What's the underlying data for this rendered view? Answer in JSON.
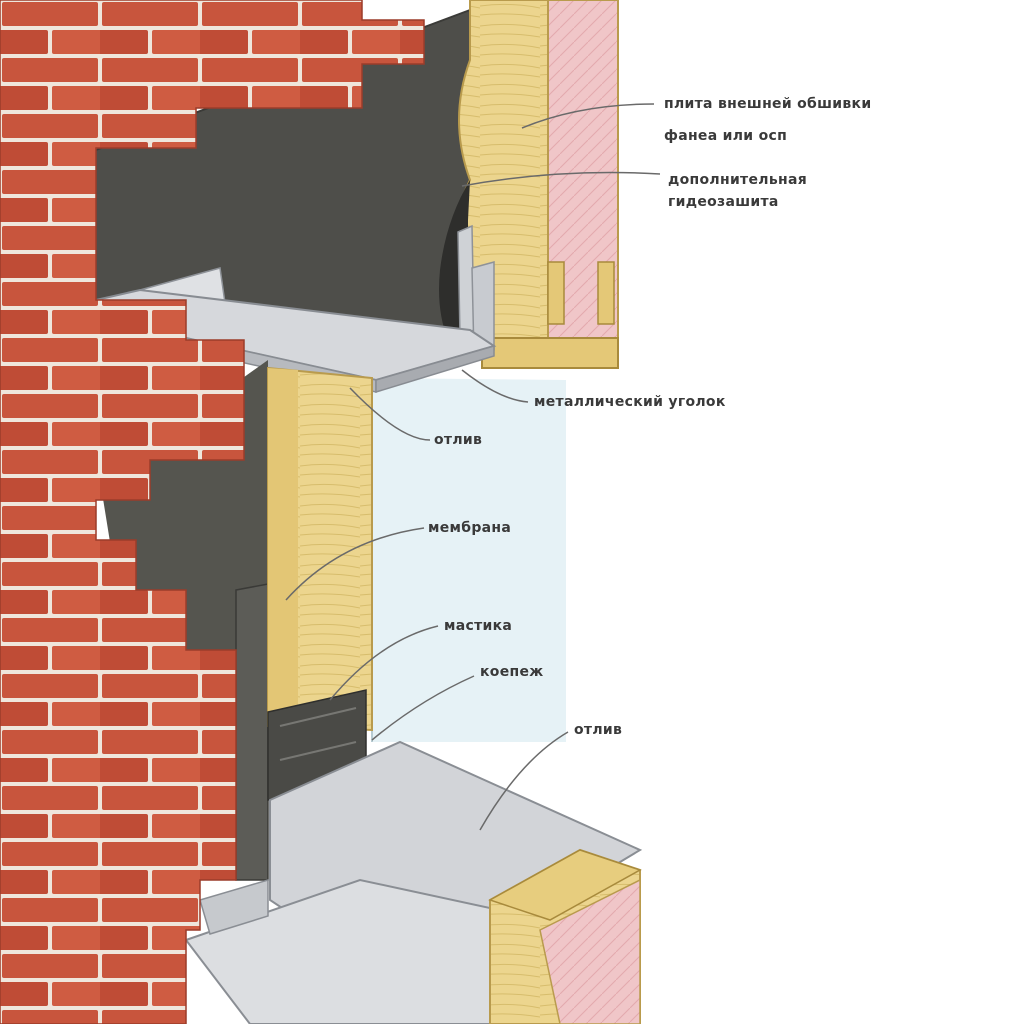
{
  "labels": {
    "sheathing_line1": "плита внешней обшивки",
    "sheathing_line2": "фанеа или осп",
    "waterproofing_line1": "дополнительная",
    "waterproofing_line2": "гидеозашита",
    "metal_angle": "металлический уголок",
    "drip_top": "отлив",
    "membrane": "мембрана",
    "mastic": "мастика",
    "fastener": "коепеж",
    "drip_bottom": "отлив"
  },
  "colors": {
    "brick": "#c8553d",
    "mortar": "#efe6dc",
    "membrane": "#4e4e4a",
    "wood": "#ecd58e",
    "insulation": "#f0c6c8",
    "metal": "#d6d8dc",
    "window_tint": "#e6f2f6",
    "leader": "#6a6a6a"
  }
}
